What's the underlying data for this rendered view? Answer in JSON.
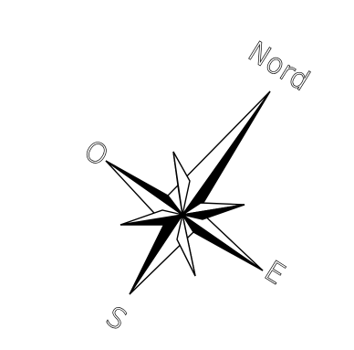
{
  "compass": {
    "north_label": "Nord",
    "east_label": "E",
    "south_label": "S",
    "west_label": "O"
  },
  "colors": {
    "ink": "#000000",
    "paper": "#ffffff"
  }
}
